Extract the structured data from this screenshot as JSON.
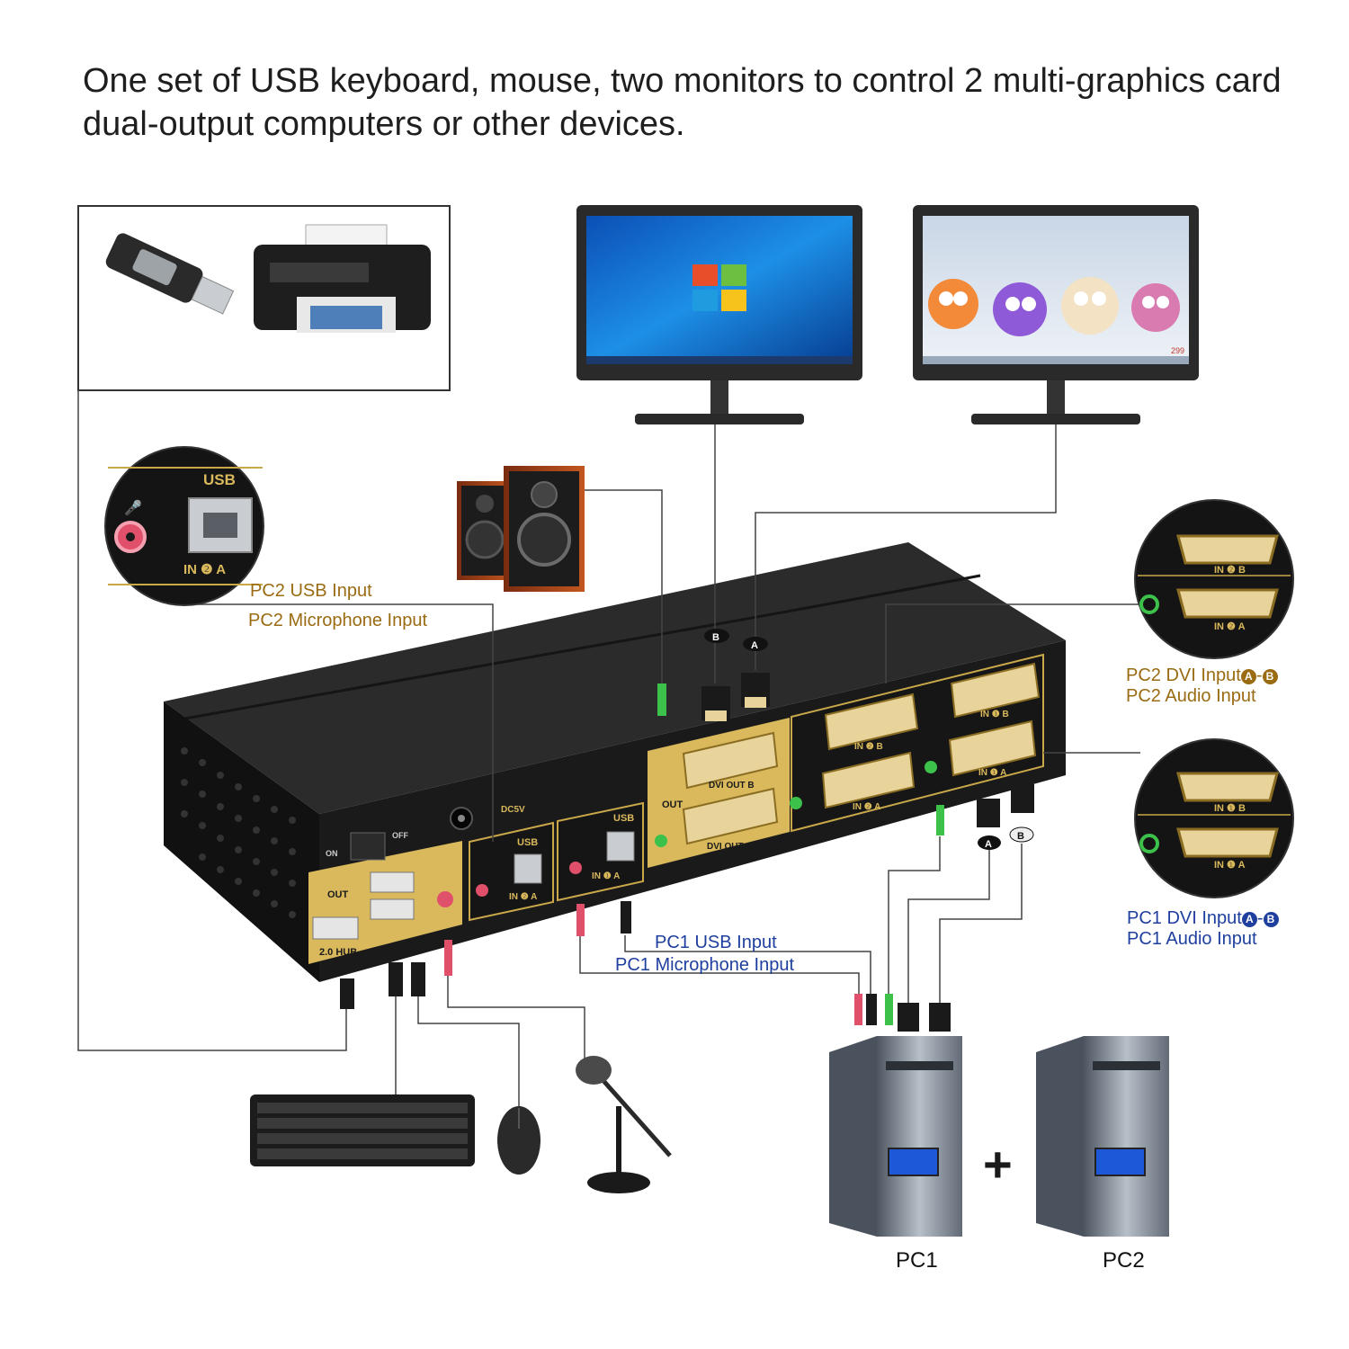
{
  "headline": "One set of USB keyboard, mouse, two monitors to control 2 multi-graphics card dual-output computers or other devices.",
  "callouts": {
    "pc2_usb": "PC2 USB Input",
    "pc2_mic": "PC2 Microphone Input",
    "pc2_dvi_prefix": "PC2 DVI Input",
    "pc2_audio": "PC2 Audio Input",
    "pc1_usb": "PC1 USB Input",
    "pc1_mic": "PC1 Microphone Input",
    "pc1_dvi_prefix": "PC1 DVI Input",
    "pc1_audio": "PC1 Audio Input",
    "badge_a": "A",
    "badge_b": "B",
    "dash": "-"
  },
  "device_labels": {
    "usb": "USB",
    "in2a": "IN ❷ A",
    "in1a": "IN ❶ A",
    "in1b": "IN ❶ B",
    "in2b": "IN ❷ B",
    "dc5v": "DC5V",
    "on": "ON",
    "off": "OFF",
    "out": "OUT",
    "hub": "2.0 HUB",
    "dvi_out_b": "DVI OUT B",
    "dvi_out_a": "DVI OUT A",
    "plug_a": "A",
    "plug_b": "B",
    "screen_number": "299"
  },
  "computers": {
    "pc1": "PC1",
    "pc2": "PC2",
    "plus": "+"
  },
  "colors": {
    "gold": "#9a6b12",
    "blue": "#1f3f9e",
    "panel_gold": "#d9b95c",
    "device_black": "#1a1a1a"
  }
}
